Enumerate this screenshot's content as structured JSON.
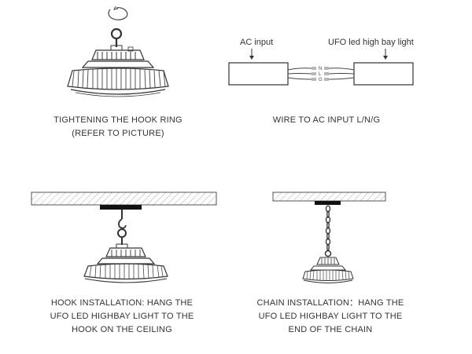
{
  "panels": {
    "tightening": {
      "caption_line1": "TIGHTENING THE HOOK RING",
      "caption_line2": "(REFER TO PICTURE)"
    },
    "wiring": {
      "ac_input_label": "AC input",
      "light_label": "UFO led high bay light",
      "wire_n": "N",
      "wire_l": "L",
      "wire_g": "G",
      "caption_line1": "WIRE TO AC INPUT L/N/G"
    },
    "hook_install": {
      "caption_line1": "HOOK INSTALLATION: HANG THE",
      "caption_line2": "UFO LED HIGHBAY LIGHT TO THE",
      "caption_line3": "HOOK ON THE CEILING"
    },
    "chain_install": {
      "caption_line1": "CHAIN INSTALLATION：HANG THE",
      "caption_line2": "UFO LED HIGHBAY LIGHT TO THE",
      "caption_line3": "END OF THE CHAIN"
    }
  },
  "icons": [
    "hook-ring-icon",
    "ufo-high-bay-light-icon",
    "ceiling-hatch-icon",
    "chain-icon",
    "rotation-arrow-icon"
  ]
}
